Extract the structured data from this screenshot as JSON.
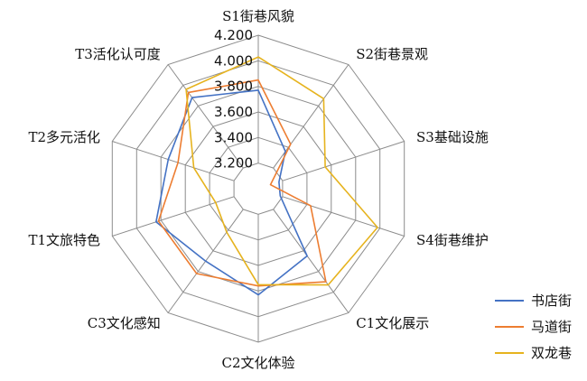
{
  "chart_data": {
    "type": "radar",
    "axes": [
      "S1街巷风貌",
      "S2街巷景观",
      "S3基础设施",
      "S4街巷维护",
      "C1文化展示",
      "C2文化体验",
      "C3文化感知",
      "T1文旅特色",
      "T2多元活化",
      "T3活化认可度"
    ],
    "ticks": [
      "3.200",
      "3.400",
      "3.600",
      "3.800",
      "4.000",
      "4.200"
    ],
    "rlim": [
      3.0,
      4.2
    ],
    "grid": true,
    "grid_shape": "polygon",
    "legend_position": "bottom-right",
    "series": [
      {
        "name": "书店街",
        "color": "#4472c4",
        "values": [
          3.77,
          3.36,
          3.17,
          3.18,
          3.65,
          3.83,
          3.7,
          3.84,
          3.74,
          3.88
        ]
      },
      {
        "name": "马道街",
        "color": "#ed7d31",
        "values": [
          3.85,
          3.43,
          3.1,
          3.43,
          3.9,
          3.76,
          3.82,
          3.82,
          3.66,
          3.93
        ]
      },
      {
        "name": "双龙巷",
        "color": "#e6b31e",
        "values": [
          4.03,
          3.87,
          3.55,
          3.98,
          3.93,
          3.75,
          3.42,
          3.35,
          3.53,
          3.96
        ]
      }
    ]
  }
}
